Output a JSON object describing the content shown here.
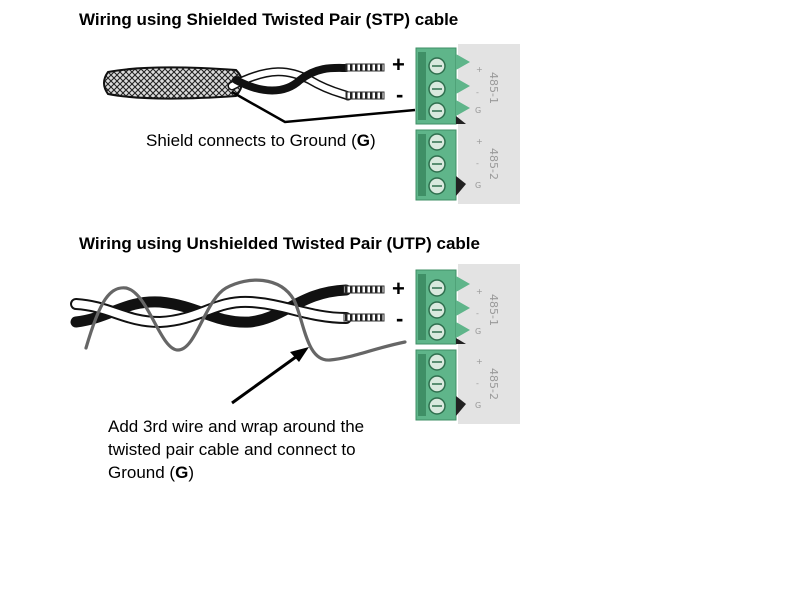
{
  "stp": {
    "heading": "Wiring using Shielded Twisted Pair (STP) cable",
    "plus": "+",
    "minus": "-",
    "annotation_prefix": "Shield connects to Ground (",
    "annotation_bold": "G",
    "annotation_suffix": ")"
  },
  "utp": {
    "heading": "Wiring using Unshielded Twisted Pair (UTP) cable",
    "plus": "+",
    "minus": "-",
    "annotation_line1": "Add 3rd wire and wrap around the",
    "annotation_line2": "twisted pair cable and connect to",
    "annotation_line3_prefix": "Ground (",
    "annotation_line3_bold": "G",
    "annotation_line3_suffix": ")"
  },
  "terminal": {
    "port1": "485-1",
    "port2": "485-2",
    "pin_plus": "+",
    "pin_minus": "-",
    "pin_ground": "G"
  },
  "colors": {
    "terminal_green": "#5fb58a",
    "terminal_dark": "#3f8f66",
    "panel_gray": "#e3e3e3",
    "wire_gray": "#6b6b6b",
    "wire_black": "#111111"
  }
}
